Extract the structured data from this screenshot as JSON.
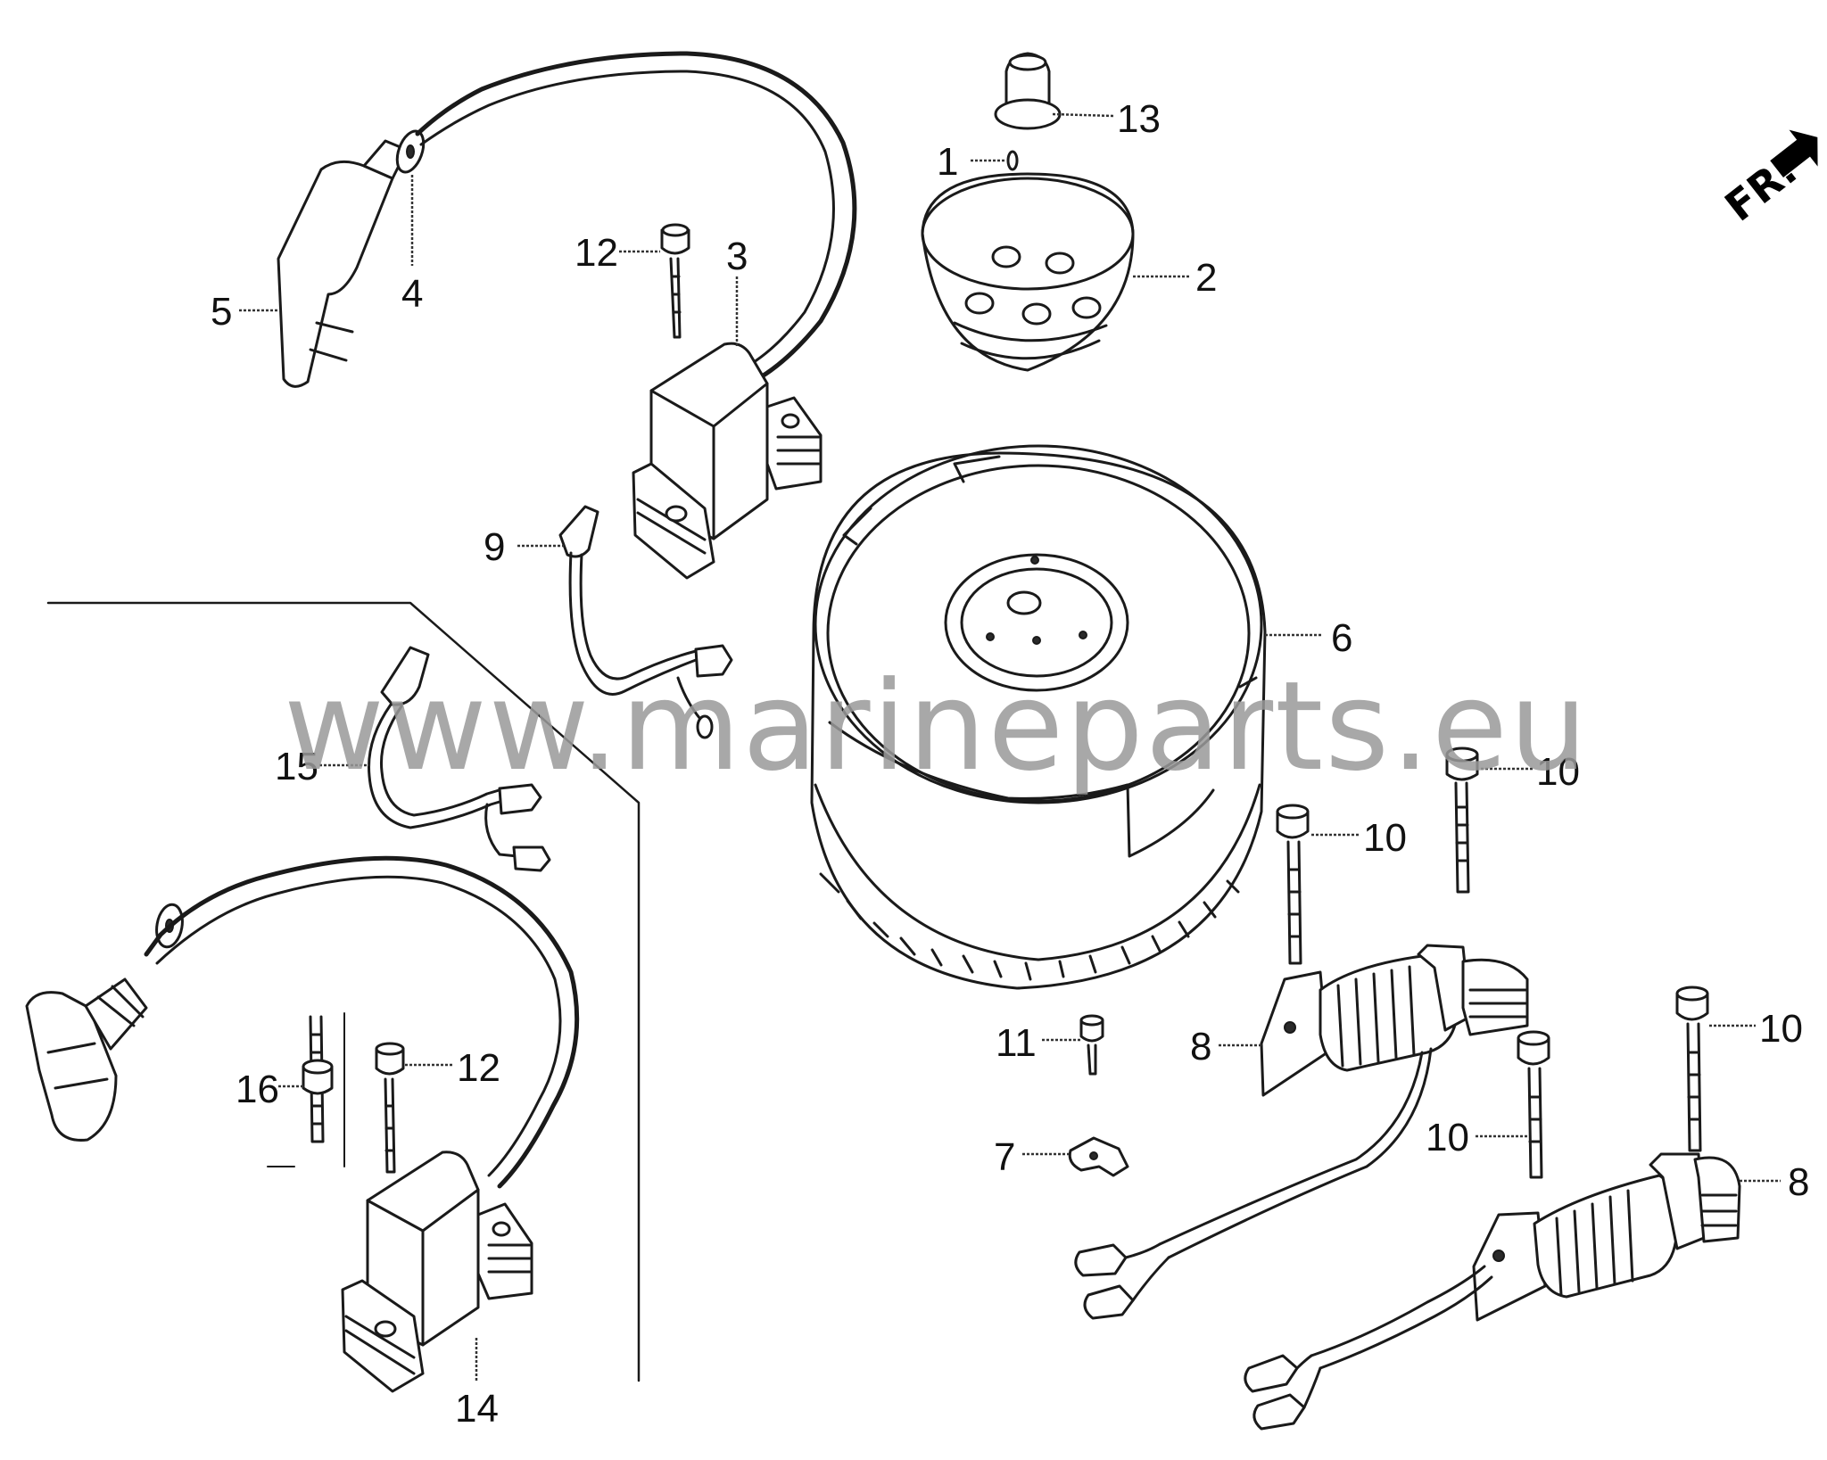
{
  "diagram": {
    "callouts": {
      "p1": "1",
      "p2": "2",
      "p3": "3",
      "p4": "4",
      "p5": "5",
      "p6": "6",
      "p7": "7",
      "p8a": "8",
      "p8b": "8",
      "p9": "9",
      "p10a": "10",
      "p10b": "10",
      "p10c": "10",
      "p10d": "10",
      "p11": "11",
      "p12a": "12",
      "p12b": "12",
      "p13": "13",
      "p14": "14",
      "p15": "15",
      "p16": "16"
    },
    "front_indicator": "FR.",
    "watermark": "www.marineparts.eu"
  }
}
